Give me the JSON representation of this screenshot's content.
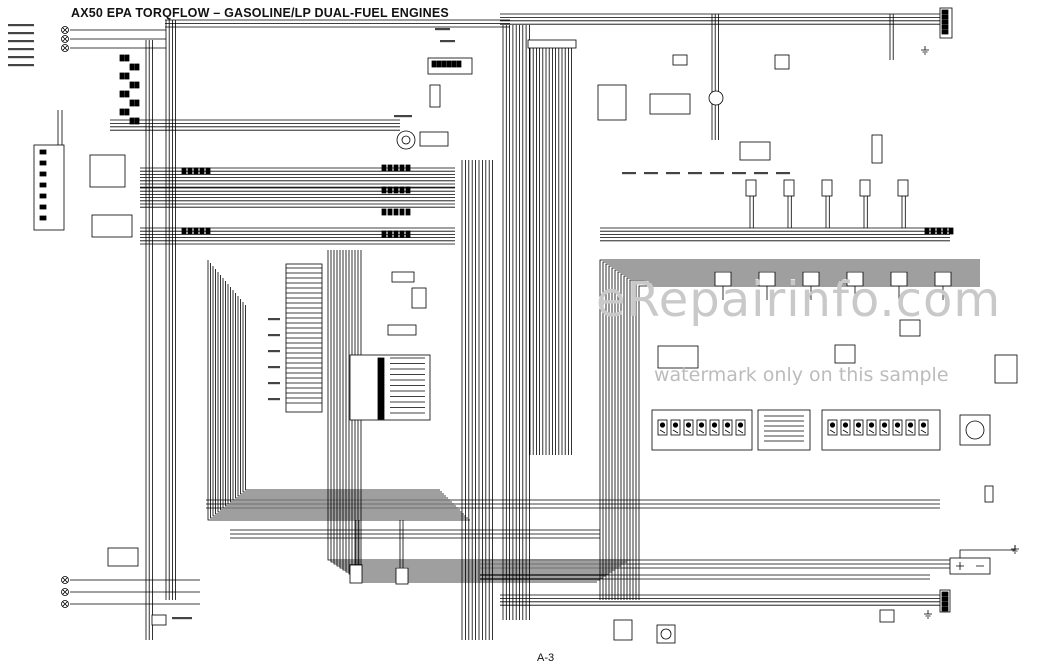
{
  "diagram": {
    "title": "AX50 EPA TORQFLOW – GASOLINE/LP DUAL-FUEL ENGINES",
    "page_number": "A-3",
    "watermark": {
      "logo": "eRepairinfo.com",
      "note": "watermark only on this sample"
    },
    "colors": {
      "wire": "#000000",
      "background": "#ffffff",
      "watermark": "#c4c4c4"
    }
  }
}
